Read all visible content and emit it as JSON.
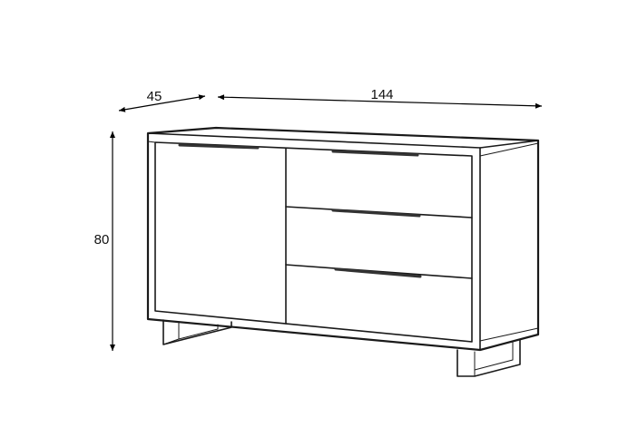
{
  "dimensions": {
    "depth": "45",
    "width": "144",
    "height": "80"
  }
}
